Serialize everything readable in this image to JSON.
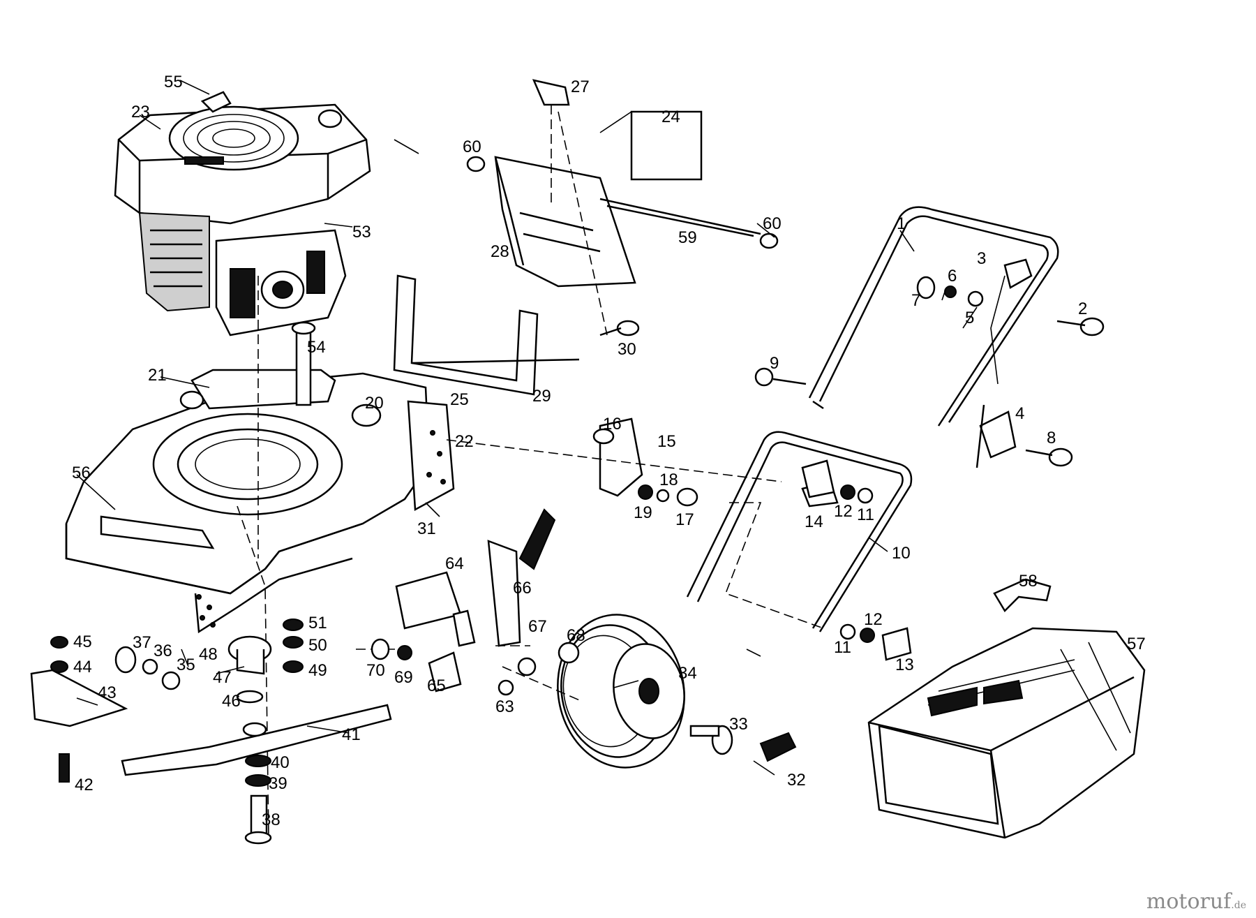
{
  "watermark": {
    "brand": "motoruf",
    "suffix": ".de"
  },
  "parts": {
    "p1": "1",
    "p2": "2",
    "p3": "3",
    "p4": "4",
    "p5": "5",
    "p6": "6",
    "p7": "7",
    "p8": "8",
    "p9": "9",
    "p10": "10",
    "p11a": "11",
    "p11b": "11",
    "p12a": "12",
    "p12b": "12",
    "p13": "13",
    "p14": "14",
    "p15": "15",
    "p16": "16",
    "p17": "17",
    "p18": "18",
    "p19": "19",
    "p20": "20",
    "p21": "21",
    "p22": "22",
    "p23": "23",
    "p24": "24",
    "p25": "25",
    "p27": "27",
    "p28": "28",
    "p29": "29",
    "p30": "30",
    "p31": "31",
    "p32": "32",
    "p33": "33",
    "p34": "34",
    "p35": "35",
    "p36": "36",
    "p37": "37",
    "p38": "38",
    "p39": "39",
    "p40": "40",
    "p41": "41",
    "p42": "42",
    "p43": "43",
    "p44": "44",
    "p45": "45",
    "p46": "46",
    "p47": "47",
    "p48": "48",
    "p49": "49",
    "p50": "50",
    "p51": "51",
    "p53": "53",
    "p54": "54",
    "p55": "55",
    "p56": "56",
    "p57": "57",
    "p58": "58",
    "p59": "59",
    "p60a": "60",
    "p60b": "60",
    "p63": "63",
    "p64": "64",
    "p65": "65",
    "p66": "66",
    "p67": "67",
    "p68": "68",
    "p69": "69",
    "p70": "70"
  }
}
